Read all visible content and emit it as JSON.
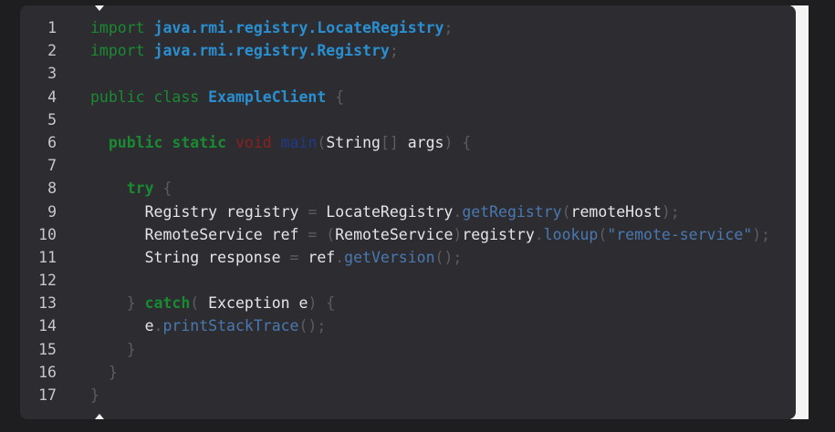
{
  "colors": {
    "background": "#1e1e21",
    "editor": "#2d2d31",
    "keyword": "#1a8a32",
    "type": "#2a8fd0",
    "text": "#e6e6e8",
    "method": "#4a78b0",
    "punctuation": "#5b5b62",
    "void": "#8a2020",
    "main": "#1e3a8a"
  },
  "lines": [
    {
      "number": "1",
      "tokens": [
        {
          "t": "import ",
          "c": "kw"
        },
        {
          "t": "java.rmi.registry.LocateRegistry",
          "c": "pkg"
        },
        {
          "t": ";",
          "c": "punc"
        }
      ]
    },
    {
      "number": "2",
      "tokens": [
        {
          "t": "import ",
          "c": "kw"
        },
        {
          "t": "java.rmi.registry.Registry",
          "c": "pkg"
        },
        {
          "t": ";",
          "c": "punc"
        }
      ]
    },
    {
      "number": "3",
      "tokens": []
    },
    {
      "number": "4",
      "tokens": [
        {
          "t": "public ",
          "c": "kw"
        },
        {
          "t": "class ",
          "c": "kw"
        },
        {
          "t": "ExampleClient",
          "c": "cls"
        },
        {
          "t": " {",
          "c": "punc"
        }
      ]
    },
    {
      "number": "5",
      "tokens": []
    },
    {
      "number": "6",
      "tokens": [
        {
          "t": "  ",
          "c": "text"
        },
        {
          "t": "public ",
          "c": "kwbold"
        },
        {
          "t": "static ",
          "c": "kwbold"
        },
        {
          "t": "void ",
          "c": "void"
        },
        {
          "t": "main",
          "c": "main"
        },
        {
          "t": "(",
          "c": "punc"
        },
        {
          "t": "String",
          "c": "text"
        },
        {
          "t": "[] ",
          "c": "punc"
        },
        {
          "t": "args",
          "c": "text"
        },
        {
          "t": ") {",
          "c": "punc"
        }
      ]
    },
    {
      "number": "7",
      "tokens": []
    },
    {
      "number": "8",
      "tokens": [
        {
          "t": "    ",
          "c": "text"
        },
        {
          "t": "try",
          "c": "kwbold"
        },
        {
          "t": " {",
          "c": "punc"
        }
      ]
    },
    {
      "number": "9",
      "tokens": [
        {
          "t": "      Registry registry ",
          "c": "text"
        },
        {
          "t": "= ",
          "c": "punc"
        },
        {
          "t": "LocateRegistry",
          "c": "text"
        },
        {
          "t": ".",
          "c": "punc"
        },
        {
          "t": "getRegistry",
          "c": "method"
        },
        {
          "t": "(",
          "c": "punc"
        },
        {
          "t": "remoteHost",
          "c": "text"
        },
        {
          "t": ");",
          "c": "punc"
        }
      ]
    },
    {
      "number": "10",
      "tokens": [
        {
          "t": "      RemoteService ref ",
          "c": "text"
        },
        {
          "t": "= (",
          "c": "punc"
        },
        {
          "t": "RemoteService",
          "c": "text"
        },
        {
          "t": ")",
          "c": "punc"
        },
        {
          "t": "registry",
          "c": "text"
        },
        {
          "t": ".",
          "c": "punc"
        },
        {
          "t": "lookup",
          "c": "method"
        },
        {
          "t": "(",
          "c": "punc"
        },
        {
          "t": "\"remote-service\"",
          "c": "str"
        },
        {
          "t": ");",
          "c": "punc"
        }
      ]
    },
    {
      "number": "11",
      "tokens": [
        {
          "t": "      String response ",
          "c": "text"
        },
        {
          "t": "= ",
          "c": "punc"
        },
        {
          "t": "ref",
          "c": "text"
        },
        {
          "t": ".",
          "c": "punc"
        },
        {
          "t": "getVersion",
          "c": "method"
        },
        {
          "t": "();",
          "c": "punc"
        }
      ]
    },
    {
      "number": "12",
      "tokens": []
    },
    {
      "number": "13",
      "tokens": [
        {
          "t": "    } ",
          "c": "punc"
        },
        {
          "t": "catch",
          "c": "kwbold"
        },
        {
          "t": "( ",
          "c": "punc"
        },
        {
          "t": "Exception e",
          "c": "text"
        },
        {
          "t": ") {",
          "c": "punc"
        }
      ]
    },
    {
      "number": "14",
      "tokens": [
        {
          "t": "      e",
          "c": "text"
        },
        {
          "t": ".",
          "c": "punc"
        },
        {
          "t": "printStackTrace",
          "c": "method"
        },
        {
          "t": "();",
          "c": "punc"
        }
      ]
    },
    {
      "number": "15",
      "tokens": [
        {
          "t": "    }",
          "c": "punc"
        }
      ]
    },
    {
      "number": "16",
      "tokens": [
        {
          "t": "  }",
          "c": "punc"
        }
      ]
    },
    {
      "number": "17",
      "tokens": [
        {
          "t": "}",
          "c": "punc"
        }
      ]
    }
  ]
}
